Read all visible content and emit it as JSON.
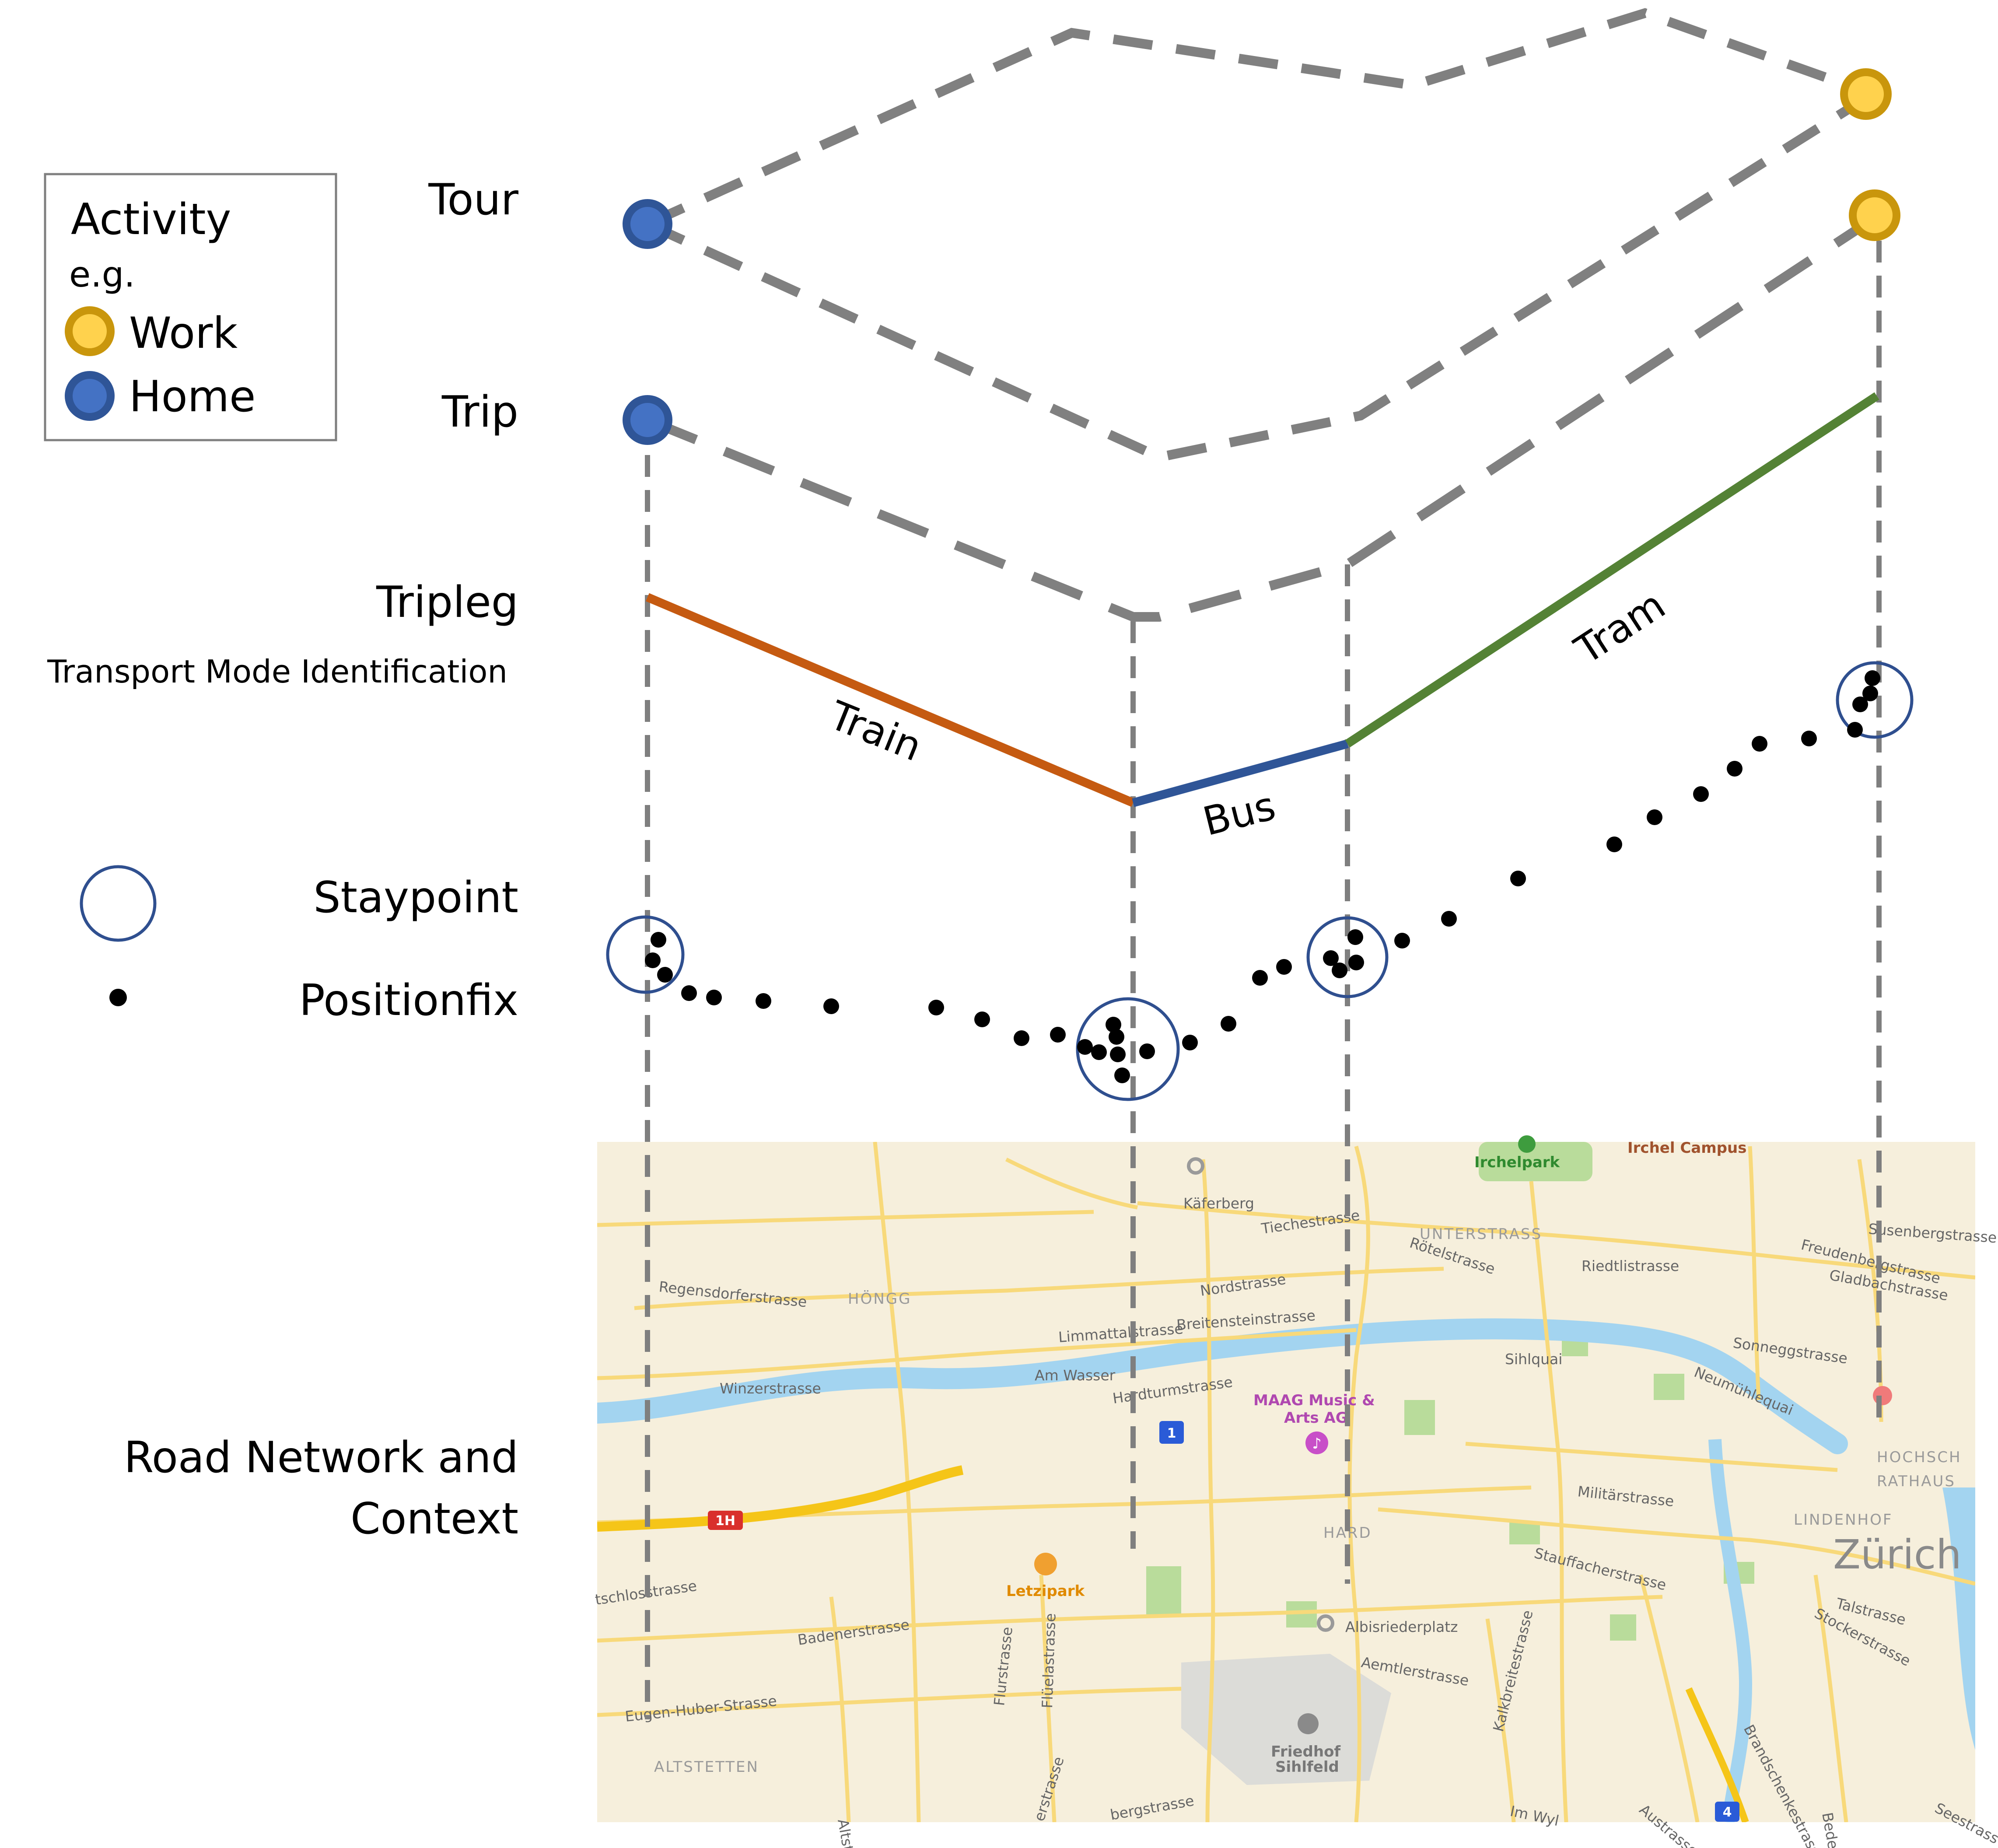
{
  "legend": {
    "title": "Activity",
    "subtitle": "e.g.",
    "items": [
      {
        "label": "Work",
        "fill": "#ffd24d",
        "stroke": "#c9960c"
      },
      {
        "label": "Home",
        "fill": "#4472c4",
        "stroke": "#2f5597"
      }
    ]
  },
  "levels": {
    "tour": "Tour",
    "trip": "Trip",
    "tripleg": "Tripleg",
    "tripleg_sub": "Transport Mode Identification",
    "staypoint": "Staypoint",
    "positionfix": "Positionfix",
    "road_line1": "Road Network and",
    "road_line2": "Context"
  },
  "modes": [
    {
      "label": "Train",
      "color": "#c55a11"
    },
    {
      "label": "Bus",
      "color": "#2f5597"
    },
    {
      "label": "Tram",
      "color": "#548235"
    }
  ],
  "colors": {
    "dash": "#808080",
    "staypoint": "#2f4f8f",
    "positionfix": "#000000",
    "map_background": "#f6efdc",
    "map_water": "#a3d4f0",
    "map_road": "#f8d97a",
    "map_highway": "#f5c518",
    "map_park": "#b9dc9b"
  },
  "map": {
    "labels": [
      {
        "text": "Käferberg",
        "kind": "place"
      },
      {
        "text": "Irchelpark",
        "kind": "park"
      },
      {
        "text": "Irchel Campus",
        "kind": "campus"
      },
      {
        "text": "Tiechestrasse",
        "kind": "street"
      },
      {
        "text": "UNTERSTRASS",
        "kind": "district"
      },
      {
        "text": "Rötelstrasse",
        "kind": "street"
      },
      {
        "text": "Riedtlistrasse",
        "kind": "street"
      },
      {
        "text": "Susenbergstrasse",
        "kind": "street"
      },
      {
        "text": "Freudenbergstrasse",
        "kind": "street"
      },
      {
        "text": "Gladbachstrasse",
        "kind": "street"
      },
      {
        "text": "Regensdorferstrasse",
        "kind": "street"
      },
      {
        "text": "HÖNGG",
        "kind": "district"
      },
      {
        "text": "Nordstrasse",
        "kind": "street"
      },
      {
        "text": "Limmattalstrasse",
        "kind": "street"
      },
      {
        "text": "Breitensteinstrasse",
        "kind": "street"
      },
      {
        "text": "Sihlquai",
        "kind": "street"
      },
      {
        "text": "Sonneggstrasse",
        "kind": "street"
      },
      {
        "text": "Neumühlequai",
        "kind": "street"
      },
      {
        "text": "Winzerstrasse",
        "kind": "street"
      },
      {
        "text": "Am Wasser",
        "kind": "street"
      },
      {
        "text": "Hardturmstrasse",
        "kind": "street"
      },
      {
        "text": "MAAG Music &",
        "kind": "poi"
      },
      {
        "text": "Arts AG",
        "kind": "poi"
      },
      {
        "text": "HOCHSCH",
        "kind": "district"
      },
      {
        "text": "RATHAUS",
        "kind": "district"
      },
      {
        "text": "Militärstrasse",
        "kind": "street"
      },
      {
        "text": "LINDENHOF",
        "kind": "district"
      },
      {
        "text": "Zürich",
        "kind": "city"
      },
      {
        "text": "HARD",
        "kind": "district"
      },
      {
        "text": "Stauffacherstrasse",
        "kind": "street"
      },
      {
        "text": "Letzipark",
        "kind": "shop"
      },
      {
        "text": "Talstrasse",
        "kind": "street"
      },
      {
        "text": "Stockerstrasse",
        "kind": "street"
      },
      {
        "text": "tschlosstrasse",
        "kind": "street"
      },
      {
        "text": "Badenerstrasse",
        "kind": "street"
      },
      {
        "text": "Albisriederplatz",
        "kind": "place"
      },
      {
        "text": "Aemtlerstrasse",
        "kind": "street"
      },
      {
        "text": "Flurstrasse",
        "kind": "street"
      },
      {
        "text": "Flüelastrasse",
        "kind": "street"
      },
      {
        "text": "Kalkbreitestrasse",
        "kind": "street"
      },
      {
        "text": "Brandschenkestrasse",
        "kind": "street"
      },
      {
        "text": "Eugen-Huber-Strasse",
        "kind": "street"
      },
      {
        "text": "Friedhof",
        "kind": "poi"
      },
      {
        "text": "Sihlfeld",
        "kind": "poi"
      },
      {
        "text": "ALTSTETTEN",
        "kind": "district"
      },
      {
        "text": "Altstetterstrasse",
        "kind": "street"
      },
      {
        "text": "erstrasse",
        "kind": "street"
      },
      {
        "text": "bergstrasse",
        "kind": "street"
      },
      {
        "text": "Im Wyl",
        "kind": "street"
      },
      {
        "text": "Austrasse",
        "kind": "street"
      },
      {
        "text": "Bederstrasse",
        "kind": "street"
      },
      {
        "text": "Seestrass",
        "kind": "street"
      }
    ],
    "badges": [
      {
        "text": "1H",
        "color": "#d9302c"
      },
      {
        "text": "1",
        "color": "#2a5bd7"
      },
      {
        "text": "4",
        "color": "#2a5bd7"
      }
    ]
  }
}
